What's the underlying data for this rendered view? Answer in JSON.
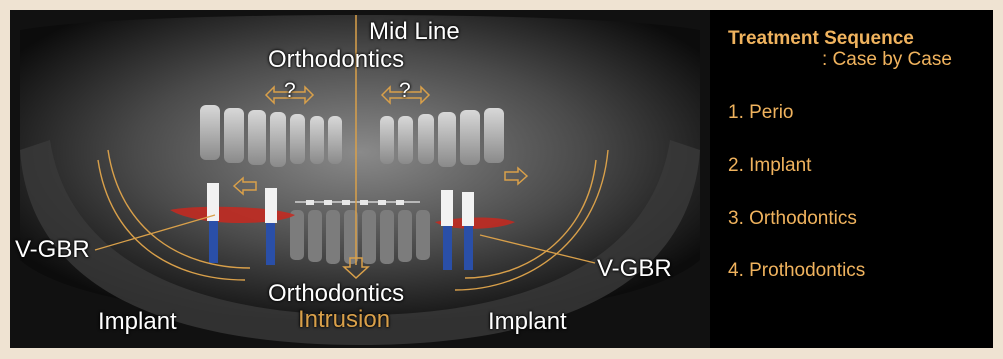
{
  "annotations": {
    "mid_line": "Mid Line",
    "orthodontics_top": "Orthodontics",
    "question_left": "?",
    "question_right": "?",
    "vgbr_left": "V-GBR",
    "vgbr_right": "V-GBR",
    "orthodontics_bottom": "Orthodontics",
    "intrusion": "Intrusion",
    "implant_left": "Implant",
    "implant_right": "Implant"
  },
  "panel": {
    "title": "Treatment Sequence",
    "subtitle": ": Case by Case",
    "steps": [
      "1. Perio",
      "2. Implant",
      "3. Orthodontics",
      "4. Prothodontics"
    ]
  },
  "colors": {
    "accent_gold": "#d9a04a",
    "title_gold": "#f0b35e",
    "graft_red": "#c8281e",
    "implant_blue": "#2a4fa8"
  }
}
